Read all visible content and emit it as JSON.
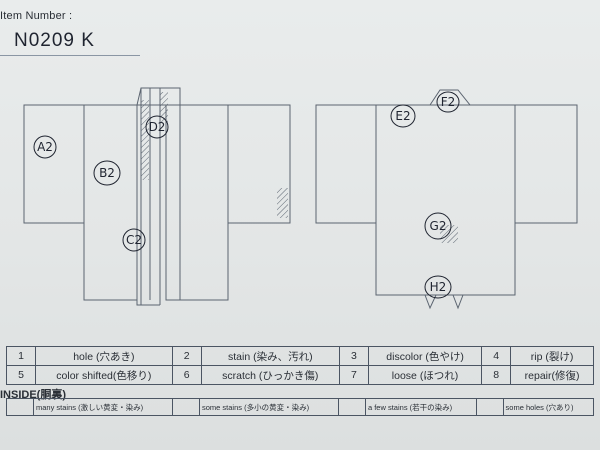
{
  "header": {
    "label": "Item Number :",
    "item_number": "N0209   K"
  },
  "marks": {
    "A2": "A2",
    "B2": "B2",
    "C2": "C2",
    "D2": "D2",
    "E2": "E2",
    "F2": "F2",
    "G2": "G2",
    "H2": "H2"
  },
  "legend": [
    {
      "num": "1",
      "label": "hole (穴あき)"
    },
    {
      "num": "2",
      "label": "stain (染み、汚れ)"
    },
    {
      "num": "3",
      "label": "discolor (色やけ)"
    },
    {
      "num": "4",
      "label": "rip (裂け)"
    },
    {
      "num": "5",
      "label": "color shifted(色移り)"
    },
    {
      "num": "6",
      "label": "scratch (ひっかき傷)"
    },
    {
      "num": "7",
      "label": "loose (ほつれ)"
    },
    {
      "num": "8",
      "label": "repair(修復)"
    }
  ],
  "inside": {
    "title": "INSIDE(胴裏)",
    "items": [
      "many stains (激しい黄変・染み)",
      "some stains (多小の黄変・染み)",
      "a few stains (若干の染み)",
      "some holes (穴あり)"
    ]
  }
}
